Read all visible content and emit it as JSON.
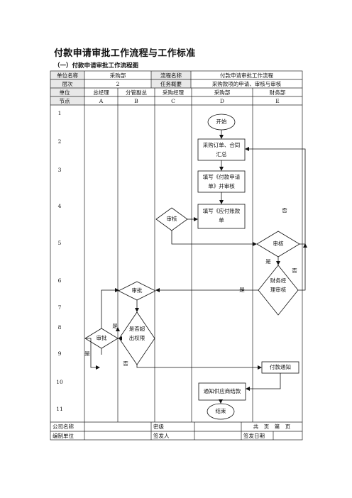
{
  "title": "付款申请审批工作流程与工作标准",
  "subtitle": "（一）付款申请审批工作流程图",
  "header": {
    "unit_name_label": "单位名称",
    "unit_name_value": "采购部",
    "process_name_label": "流程名称",
    "process_name_value": "付款申请审批工作流程",
    "level_label": "层次",
    "level_value": "2",
    "summary_label": "任务概要",
    "summary_value": "采购款项的申请、审核与审核"
  },
  "columns": {
    "unit_label": "单位",
    "node_label": "节点",
    "units": [
      "总经理",
      "分管副总",
      "采购经理",
      "采购部",
      "财务部"
    ],
    "letters": [
      "A",
      "B",
      "C",
      "D",
      "E"
    ]
  },
  "rows": [
    "1",
    "2",
    "3",
    "4",
    "5",
    "6",
    "7",
    "8",
    "9",
    "10",
    "11"
  ],
  "flow": {
    "start": "开始",
    "step1": "采购订单、合同汇总",
    "step2": "填写《付款申请单》并审核",
    "step3": "填写《应付账款单",
    "review_c": "审核",
    "review_e": "审核",
    "finance_review": "财务经理审核",
    "approve_b": "审批",
    "exceed": "是否超出权限",
    "approve_a": "审批",
    "pay_notice": "付款通知",
    "notify_supplier": "通知供应商结款",
    "end": "结束",
    "yes1": "是",
    "yes2": "是",
    "yes3": "是",
    "yes4": "是",
    "no1": "否",
    "no2": "否",
    "no3": "否"
  },
  "footer": {
    "company_label": "公司名称",
    "secret_label": "密级",
    "pages_text": "共　页　第　页",
    "editor_label": "编制单位",
    "issuer_label": "签发人",
    "issue_date_label": "签发日期"
  }
}
